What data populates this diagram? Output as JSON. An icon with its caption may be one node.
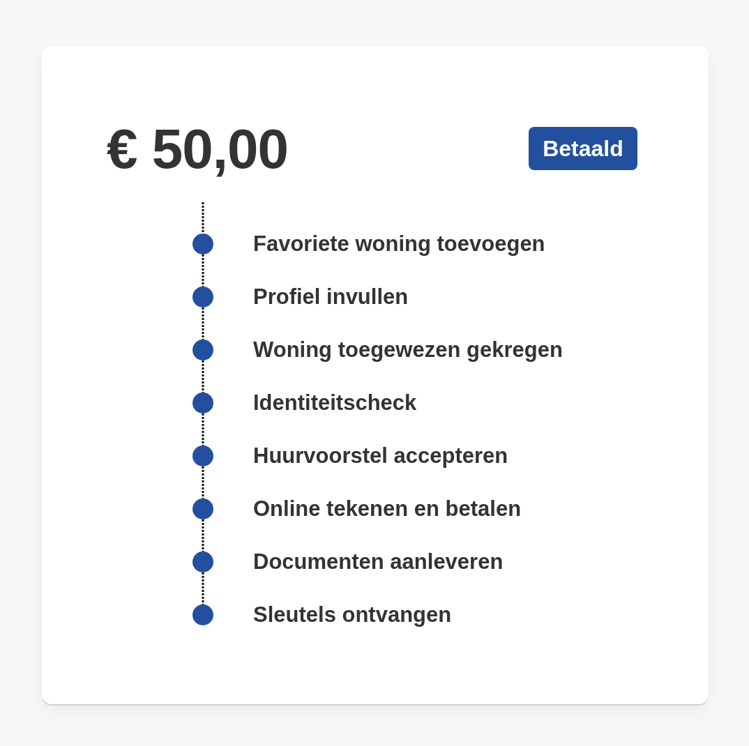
{
  "diagram": {
    "nodes": [
      {
        "text": [
          "€ 50,00"
        ]
      },
      {
        "text": [
          "Betaald"
        ],
        "in": 0
      },
      {
        "text": [],
        "shape": "circle",
        "in": 0,
        "beside": [
          "Favoriete woning toevoegen"
        ]
      },
      {
        "text": [],
        "shape": "circle",
        "in": 0,
        "beside": [
          "Profiel invullen"
        ]
      },
      {
        "text": [],
        "shape": "circle",
        "in": 0,
        "beside": [
          "Woning toegewezen gekregen"
        ]
      },
      {
        "text": [],
        "shape": "circle",
        "in": 0,
        "beside": [
          "Identiteitscheck"
        ]
      },
      {
        "text": [],
        "shape": "circle",
        "in": 0,
        "beside": [
          "Huurvoorstel accepteren"
        ]
      },
      {
        "text": [],
        "shape": "circle",
        "in": 0,
        "beside": [
          "Online tekenen en betalen"
        ]
      },
      {
        "text": [],
        "shape": "circle",
        "in": 0,
        "beside": [
          "Documenten aanleveren"
        ]
      },
      {
        "text": [],
        "shape": "circle",
        "in": 0,
        "beside": [
          "Sleutels ontvangen"
        ]
      }
    ],
    "edges": [
      {
        "from": null,
        "to": 2,
        "arrow": "none",
        "style": "dashed"
      },
      {
        "from": 2,
        "to": 3,
        "arrow": "none",
        "style": "dashed"
      },
      {
        "from": 3,
        "to": 4,
        "arrow": "none",
        "style": "dashed"
      },
      {
        "from": 4,
        "to": 5,
        "arrow": "none",
        "style": "dashed"
      },
      {
        "from": 5,
        "to": 6,
        "arrow": "none",
        "style": "dashed"
      },
      {
        "from": 6,
        "to": 7,
        "arrow": "none",
        "style": "dashed"
      },
      {
        "from": 7,
        "to": 8,
        "arrow": "none",
        "style": "dashed"
      },
      {
        "from": 8,
        "to": 9,
        "arrow": "none",
        "style": "dashed"
      }
    ]
  }
}
